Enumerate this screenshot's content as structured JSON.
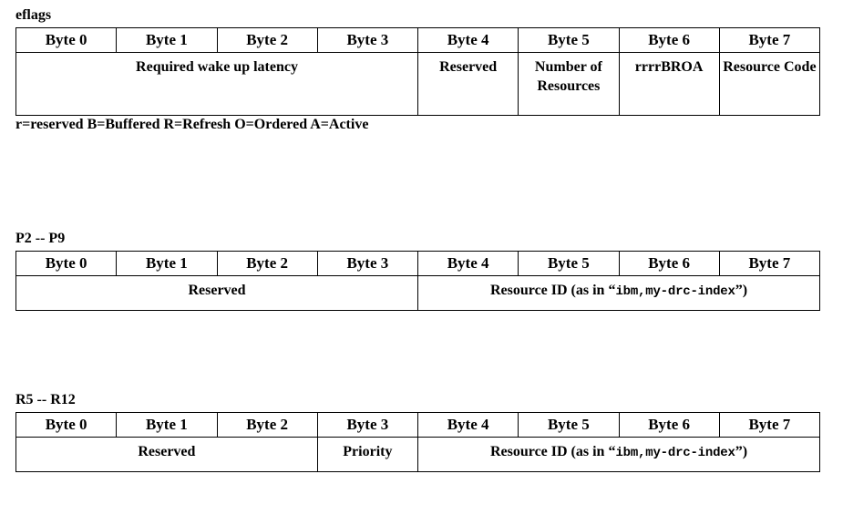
{
  "page": {
    "background_color": "#ffffff",
    "text_color": "#000000",
    "border_color": "#000000"
  },
  "byte_headers": [
    "Byte 0",
    "Byte 1",
    "Byte 2",
    "Byte 3",
    "Byte 4",
    "Byte 5",
    "Byte 6",
    "Byte 7"
  ],
  "blocks": [
    {
      "id": "eflags",
      "label": "eflags",
      "cells": [
        {
          "text": "Required wake up latency",
          "span": 4,
          "align": "center"
        },
        {
          "text": "Reserved",
          "span": 1,
          "align": "right"
        },
        {
          "text": "Number of Resources",
          "span": 1,
          "align": "center"
        },
        {
          "text": "rrrrBROA",
          "span": 1,
          "align": "center"
        },
        {
          "text": "Resource Code",
          "span": 1,
          "align": "left"
        }
      ],
      "legend": "r=reserved B=Buffered R=Refresh O=Ordered A=Active"
    },
    {
      "id": "p2-p9",
      "label": "P2 -- P9",
      "cells": [
        {
          "text": "Reserved",
          "span": 4,
          "align": "center"
        },
        {
          "text_prefix": "Resource ID (as in “",
          "text_mono": "ibm,my-drc-index",
          "text_suffix": "”)",
          "span": 4,
          "align": "center"
        }
      ],
      "legend": ""
    },
    {
      "id": "r5-r12",
      "label": "R5 -- R12",
      "cells": [
        {
          "text": "Reserved",
          "span": 3,
          "align": "center"
        },
        {
          "text": "Priority",
          "span": 1,
          "align": "center"
        },
        {
          "text_prefix": "Resource ID (as in “",
          "text_mono": "ibm,my-drc-index",
          "text_suffix": "”)",
          "span": 4,
          "align": "center"
        }
      ],
      "legend": ""
    }
  ]
}
